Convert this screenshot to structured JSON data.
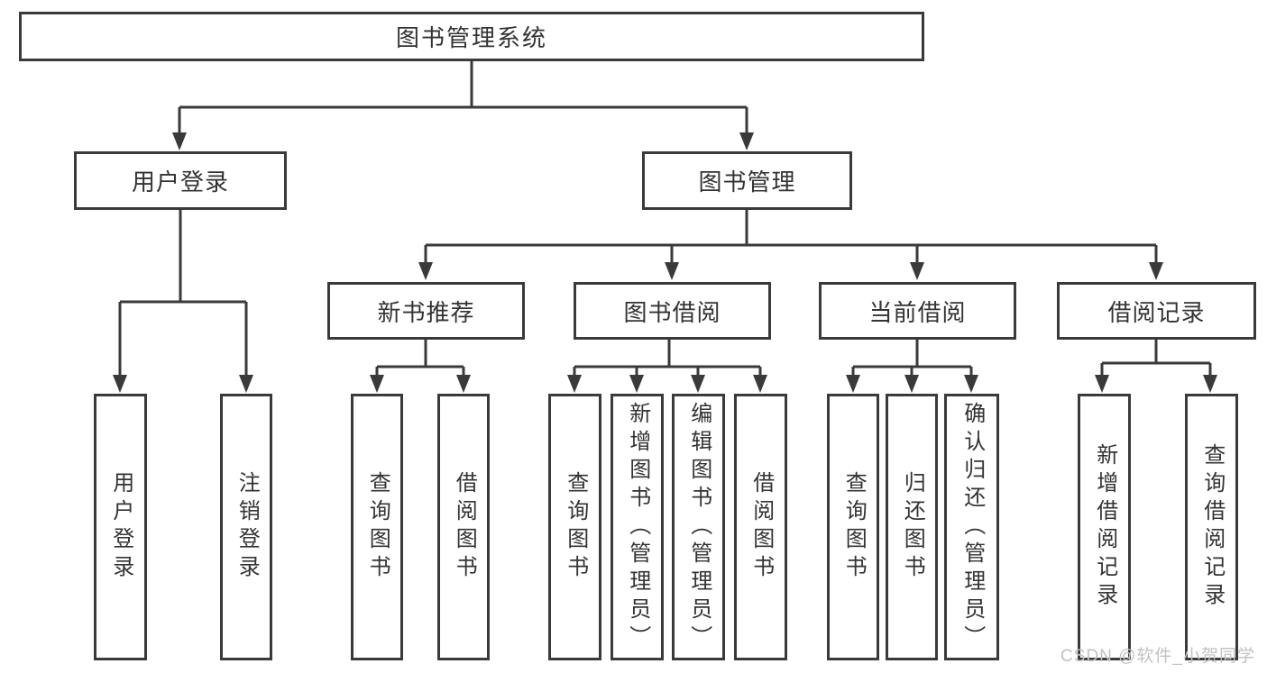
{
  "tree": {
    "label": "图书管理系统",
    "children": [
      {
        "label": "用户登录",
        "children": [
          {
            "label": "用户登录"
          },
          {
            "label": "注销登录"
          }
        ]
      },
      {
        "label": "图书管理",
        "children": [
          {
            "label": "新书推荐",
            "children": [
              {
                "label": "查询图书"
              },
              {
                "label": "借阅图书"
              }
            ]
          },
          {
            "label": "图书借阅",
            "children": [
              {
                "label": "查询图书"
              },
              {
                "label": "新增图书（管理员）"
              },
              {
                "label": "编辑图书（管理员）"
              },
              {
                "label": "借阅图书"
              }
            ]
          },
          {
            "label": "当前借阅",
            "children": [
              {
                "label": "查询图书"
              },
              {
                "label": "归还图书"
              },
              {
                "label": "确认归还（管理员）"
              }
            ]
          },
          {
            "label": "借阅记录",
            "children": [
              {
                "label": "新增借阅记录"
              },
              {
                "label": "查询借阅记录"
              }
            ]
          }
        ]
      }
    ]
  },
  "watermark": {
    "text": "CSDN @软件_小贺同学"
  },
  "colors": {
    "line": "#3a3a3a",
    "text": "#333333",
    "box_bg": "#ffffff",
    "watermark": "#c2c2c2",
    "background": "#ffffff"
  }
}
